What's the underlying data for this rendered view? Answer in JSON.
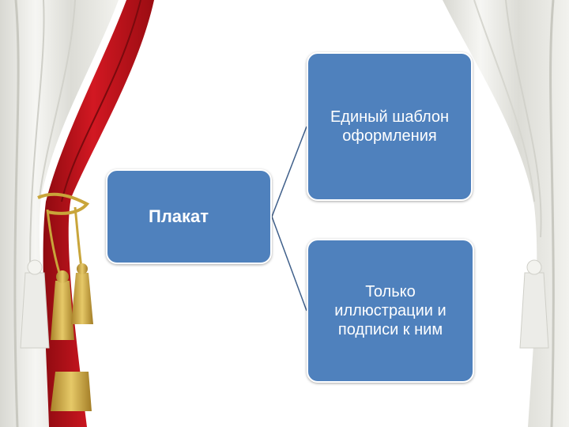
{
  "diagram": {
    "root": {
      "label": "Плакат"
    },
    "children": [
      {
        "label": "Единый шаблон\nоформления"
      },
      {
        "label": "Только\nиллюстрации и\nподписи к ним"
      }
    ]
  },
  "colors": {
    "box_fill": "#4f81bd",
    "connector": "#3f5f8a",
    "curtain_white": "#eeeeea",
    "curtain_red": "#c0121a",
    "tassel_gold": "#c9a53a"
  }
}
